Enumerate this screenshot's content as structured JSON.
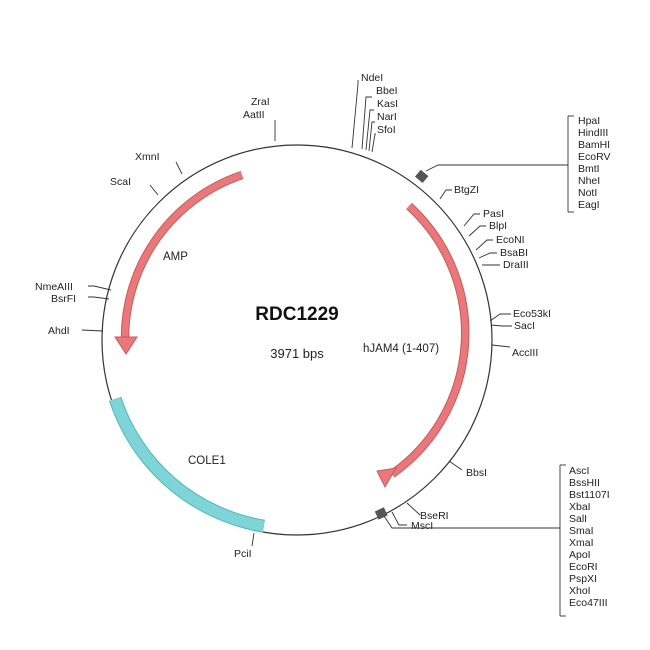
{
  "plasmid": {
    "name": "RDC1229",
    "size_label": "3971 bps"
  },
  "colors": {
    "backbone": "#333333",
    "feature_arrow_fill": "#e8787a",
    "feature_arrow_stroke": "#c85a5c",
    "cole1_fill": "#7fd4d8",
    "cole1_stroke": "#4fb8bd",
    "mcs_block": "#555555"
  },
  "features": [
    {
      "id": "amp",
      "label": "AMP"
    },
    {
      "id": "hjam4",
      "label": "hJAM4 (1-407)"
    },
    {
      "id": "cole1",
      "label": "COLE1"
    }
  ],
  "sites": {
    "zrai": "ZraI",
    "aatii": "AatII",
    "ndei": "NdeI",
    "bbei": "BbeI",
    "kasi": "KasI",
    "nari": "NarI",
    "sfoi": "SfoI",
    "xmni": "XmnI",
    "scai": "ScaI",
    "nmeaiii": "NmeAIII",
    "bsrfi": "BsrFI",
    "ahdi": "AhdI",
    "pcii": "PciI",
    "btgzi": "BtgZI",
    "pasi": "PasI",
    "blpi": "BlpI",
    "ecoNI": "EcoNI",
    "bsabi": "BsaBI",
    "draiii": "DraIII",
    "eco53ki": "Eco53kI",
    "saci": "SacI",
    "acciii": "AccIII",
    "bbsi": "BbsI",
    "bseri": "BseRI",
    "msci": "MscI"
  },
  "mcs_top": [
    "HpaI",
    "HindIII",
    "BamHI",
    "EcoRV",
    "BmtI",
    "NheI",
    "NotI",
    "EagI"
  ],
  "mcs_bottom": [
    "AscI",
    "BssHII",
    "Bst1107I",
    "XbaI",
    "SalI",
    "SmaI",
    "XmaI",
    "ApoI",
    "EcoRI",
    "PspXI",
    "XhoI",
    "Eco47III"
  ]
}
